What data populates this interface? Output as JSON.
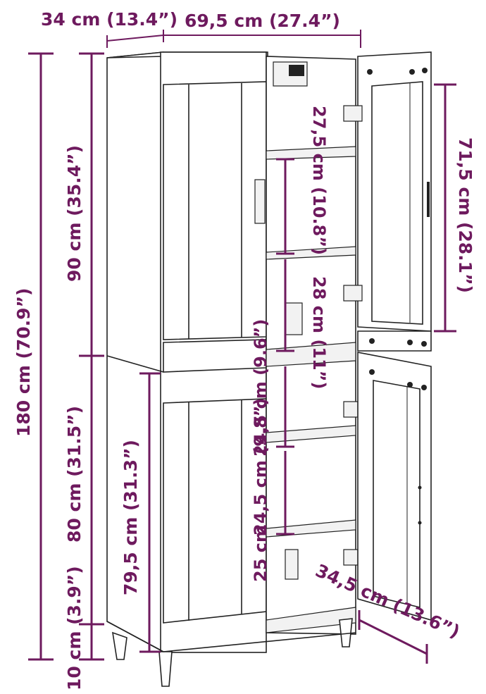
{
  "dimensions": {
    "depth_top": "34 cm (13.4”)",
    "width_top": "69,5 cm (27.4”)",
    "total_height": "180 cm (70.9”)",
    "upper_height": "90 cm (35.4”)",
    "lower_height": "80 cm (31.5”)",
    "leg_height": "10 cm (3.9”)",
    "lower_door_height": "79,5 cm (31.3”)",
    "upper_shelf_gap": "27,5 cm (10.8”)",
    "middle_shelf_gap": "28 cm (11”)",
    "lower_compartment_top": "24,5 cm (9.6”)",
    "lower_compartment_mid": "24,5 cm (9.8”)",
    "lower_compartment_bottom": "25 cm",
    "upper_door_height": "71,5 cm (28.1”)",
    "depth_bottom": "34,5 cm (13.6”)"
  },
  "colors": {
    "dimension": "#6e1a5e",
    "outline": "#222222"
  }
}
